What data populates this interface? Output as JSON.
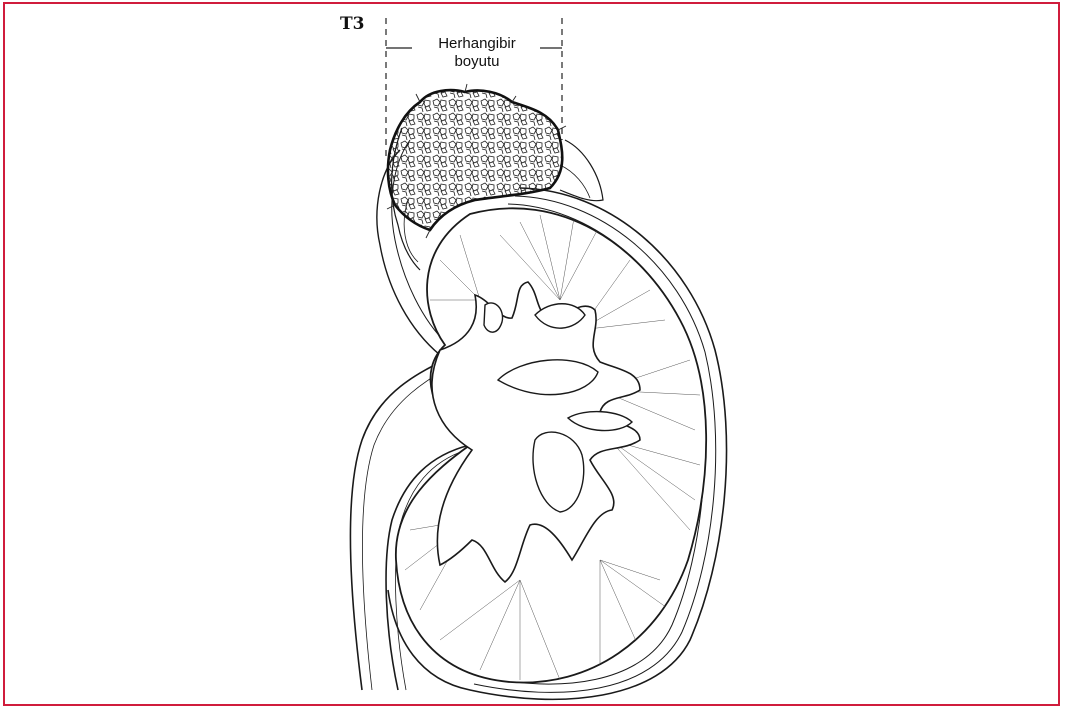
{
  "figure": {
    "stage_label": "T3",
    "size_label_line1": "Herhangibir",
    "size_label_line2": "boyutu",
    "frame_color": "#d01c3c",
    "line_color": "#1a1a1a"
  }
}
